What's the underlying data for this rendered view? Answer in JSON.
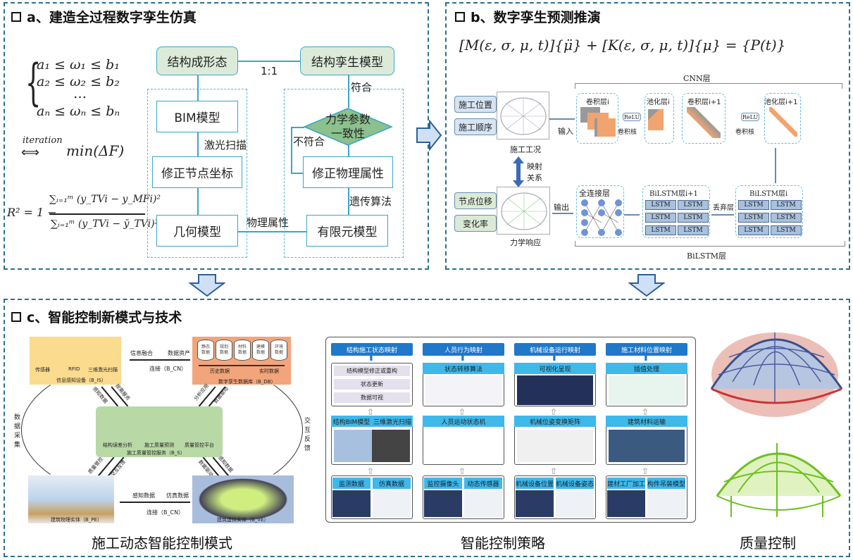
{
  "section_a": {
    "title": "a、建造全过程数字孪生仿真",
    "eq_constraints": [
      "a₁ ≤ ω₁ ≤ b₁",
      "a₂ ≤ ω₂ ≤ b₂",
      "…",
      "aₙ ≤ ωₙ ≤ bₙ"
    ],
    "eq_iteration_label": "iteration",
    "eq_min": "min(ΔF)",
    "eq_r2_lhs": "R² = 1 −",
    "eq_r2_num": "∑ᵢ₌₁ᵐ (y_TVi − y_MFi)²",
    "eq_r2_den": "∑ᵢ₌₁ᵐ (y_TVi − ȳ_TVi)²",
    "nodes": {
      "structure_state": "结构成形态",
      "twin_model": "结构孪生模型",
      "bim": "BIM模型",
      "fix_coords": "修正节点坐标",
      "geometry": "几何模型",
      "fem": "有限元模型",
      "fix_props": "修正物理属性",
      "consistency": "力学参数一致性"
    },
    "edges": {
      "ratio": "1:1",
      "laser": "激光扫描",
      "phys": "物理属性",
      "ga": "遗传算法",
      "match": "符合",
      "nomatch": "不符合"
    }
  },
  "section_b": {
    "title": "b、数字孪生预测推演",
    "equation": "[M(ε, σ, μ, t)]{μ̈} + [K(ε, σ, μ, t)]{μ} = {P(t)}",
    "cnn_label": "CNN层",
    "bilstm_label": "BiLSTM层",
    "inputs": [
      "施工位置",
      "施工顺序"
    ],
    "outputs": [
      "节点位移",
      "变化率"
    ],
    "input_caption": "施工工况",
    "output_caption": "力学响应",
    "mapping": "映射关系",
    "input_arrow": "输入",
    "output_arrow": "输出",
    "layers": [
      "卷积层i",
      "池化层i",
      "卷积层i+1",
      "池化层i+1"
    ],
    "relu": "ReLU",
    "kernel": "卷积核",
    "fc": "全连接层",
    "bilstm_i1": "BiLSTM层i+1",
    "bilstm_i": "BiLSTM层i",
    "dropout": "丢弃层",
    "lstm": "LSTM"
  },
  "section_c": {
    "title": "c、智能控制新模式与技术",
    "mode_caption": "施工动态智能控制模式",
    "strategy_caption": "智能控制策略",
    "quality_caption": "质量控制",
    "mode": {
      "sensing_items": [
        "传感器",
        "RFID",
        "三维激光扫描"
      ],
      "sensing_label": "信息感知设备（B_IS）",
      "db_items": [
        "静态数据",
        "规划数据",
        "材料数据",
        "建模数据",
        "环境数据"
      ],
      "db_sub": [
        "历史数据",
        "实时数据"
      ],
      "db_label": "数字孪生数据库（B_DB）",
      "service_items": [
        "结构误差分析",
        "施工质量预测",
        "质量管控平台"
      ],
      "service_label": "施工质量管控服务（B_S）",
      "physical_label": "建筑物理实体（B_PE）",
      "virtual_label": "建筑虚拟实体（B_VE）",
      "link_top": [
        "信息融合",
        "数据资产",
        "连接（B_CN）"
      ],
      "link_bottom": [
        "感知数据",
        "仿真数据",
        "连接（B_CN）"
      ],
      "left_loop": "数据采集",
      "right_loop": "交互反馈",
      "diag": [
        "感知数据",
        "按需服务",
        "分析应用",
        "数据驱动",
        "质量管控",
        "交互反馈",
        "数据驱动",
        "感知数据"
      ]
    },
    "strategy": {
      "columns": [
        {
          "header": "结构施工状态映射",
          "top": [
            "结构模型修正或重构",
            "状态更新",
            "数据可视"
          ],
          "mid": [
            "结构BIM模型",
            "三维激光扫描"
          ],
          "bot": [
            "监测数据",
            "仿真数据"
          ]
        },
        {
          "header": "人员行为映射",
          "top_title": "状态转移算法",
          "mid": [
            "人员运动状态机"
          ],
          "bot": [
            "监控摄像头",
            "动态传感器"
          ]
        },
        {
          "header": "机械设备运行映射",
          "top_title": "可视化呈现",
          "mid": [
            "机械位姿变换矩阵"
          ],
          "bot": [
            "机械设备位置",
            "机械设备姿态"
          ]
        },
        {
          "header": "施工材料位置映射",
          "top_title": "插值处理",
          "mid": [
            "建筑材料运输"
          ],
          "bot": [
            "建材工厂加工",
            "构件吊装模型"
          ]
        }
      ]
    }
  }
}
